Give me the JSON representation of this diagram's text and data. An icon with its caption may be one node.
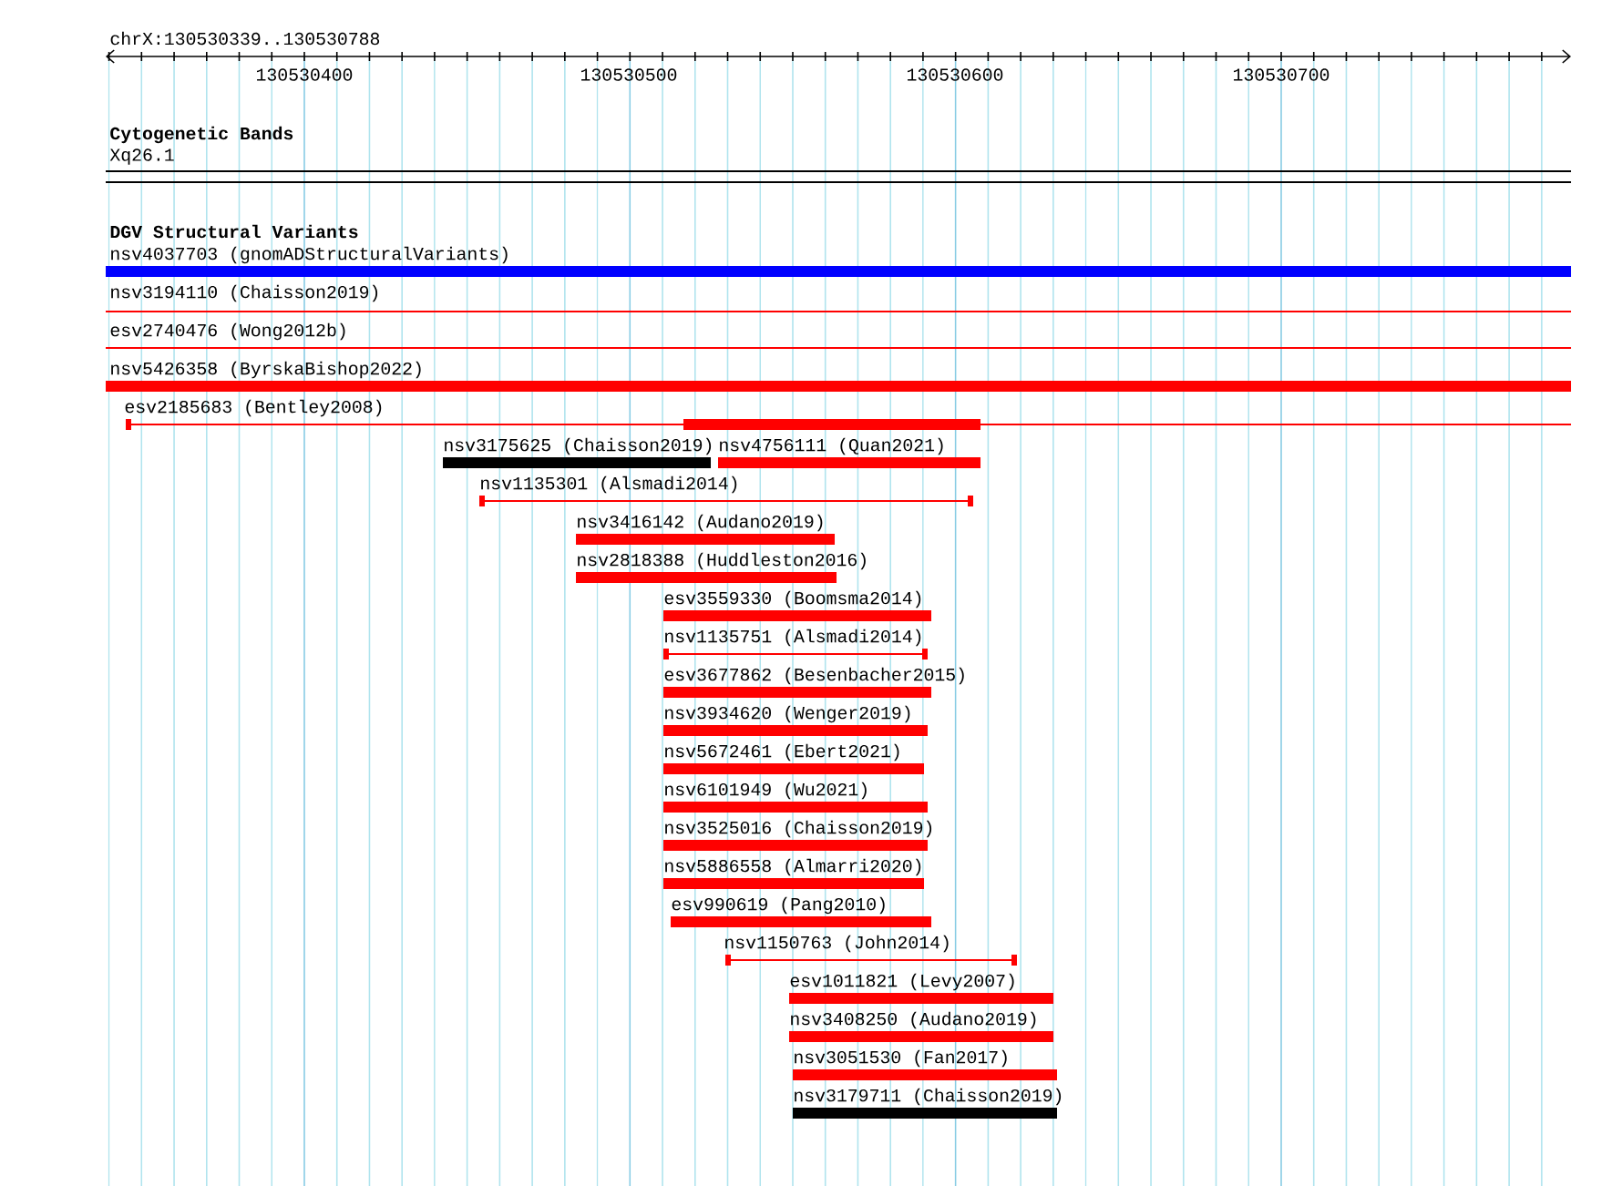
{
  "diagram": {
    "nodes": [
      {
        "text": [
          "nsv4037703 (gnomADStructuralVariants)"
        ]
      },
      {
        "text": [
          "nsv3194110 (Chaisson2019)"
        ]
      },
      {
        "text": [
          "esv2740476 (Wong2012b)"
        ]
      },
      {
        "text": [
          "nsv5426358 (ByrskaBishop2022)"
        ]
      },
      {
        "text": [
          "esv2185683 (Bentley2008)"
        ]
      },
      {
        "text": [
          "nsv3175625 (Chaisson2019)"
        ]
      },
      {
        "text": [
          "nsv4756111 (Quan2021)"
        ]
      },
      {
        "text": [
          "nsv1135301 (Alsmadi2014)"
        ]
      },
      {
        "text": [
          "nsv3416142 (Audano2019)"
        ]
      },
      {
        "text": [
          "nsv2818388 (Huddleston2016)"
        ]
      },
      {
        "text": [
          "esv3559330 (Boomsma2014)"
        ]
      },
      {
        "text": [
          "nsv1135751 (Alsmadi2014)"
        ]
      },
      {
        "text": [
          "esv3677862 (Besenbacher2015)"
        ]
      },
      {
        "text": [
          "nsv3934620 (Wenger2019)"
        ]
      },
      {
        "text": [
          "nsv5672461 (Ebert2021)"
        ]
      },
      {
        "text": [
          "nsv6101949 (Wu2021)"
        ]
      },
      {
        "text": [
          "nsv3525016 (Chaisson2019)"
        ]
      },
      {
        "text": [
          "nsv5886558 (Almarri2020)"
        ]
      },
      {
        "text": [
          "esv990619 (Pang2010)"
        ]
      },
      {
        "text": [
          "nsv1150763 (John2014)"
        ]
      },
      {
        "text": [
          "esv1011821 (Levy2007)"
        ]
      },
      {
        "text": [
          "nsv3408250 (Audano2019)"
        ]
      },
      {
        "text": [
          "nsv3051530 (Fan2017)"
        ]
      },
      {
        "text": [
          "nsv3179711 (Chaisson2019)"
        ]
      }
    ],
    "labels": [
      "chrX:130530339..130530788",
      "130530400",
      "130530500",
      "130530600",
      "130530700",
      "Cytogenetic Bands",
      "Xq26.1",
      "DGV Structural Variants"
    ]
  }
}
